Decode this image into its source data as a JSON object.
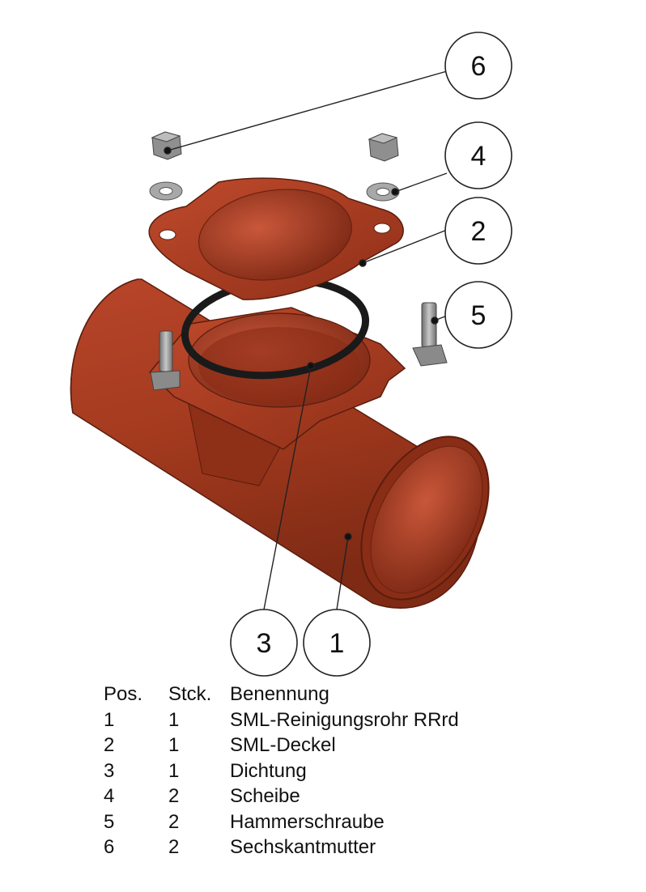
{
  "callouts": {
    "c1": "1",
    "c2": "2",
    "c3": "3",
    "c4": "4",
    "c5": "5",
    "c6": "6"
  },
  "table": {
    "headers": {
      "pos": "Pos.",
      "qty": "Stck.",
      "name": "Benennung"
    },
    "rows": [
      {
        "pos": "1",
        "qty": "1",
        "name": "SML-Reinigungsrohr RRrd"
      },
      {
        "pos": "2",
        "qty": "1",
        "name": "SML-Deckel"
      },
      {
        "pos": "3",
        "qty": "1",
        "name": "Dichtung"
      },
      {
        "pos": "4",
        "qty": "2",
        "name": "Scheibe"
      },
      {
        "pos": "5",
        "qty": "2",
        "name": "Hammerschraube"
      },
      {
        "pos": "6",
        "qty": "2",
        "name": "Sechskantmutter"
      }
    ]
  },
  "colors": {
    "pipe": "#a33a1e",
    "pipe_dark": "#6e2412",
    "gasket": "#1a1a1a",
    "steel": "#9a9a9a"
  },
  "icons": {
    "pipe": "cleaning-pipe-illustration",
    "cover": "cover-plate-illustration",
    "gasket": "gasket-ring-illustration",
    "nut": "hex-nut-illustration",
    "washer": "washer-illustration",
    "bolt": "hammer-bolt-illustration"
  }
}
